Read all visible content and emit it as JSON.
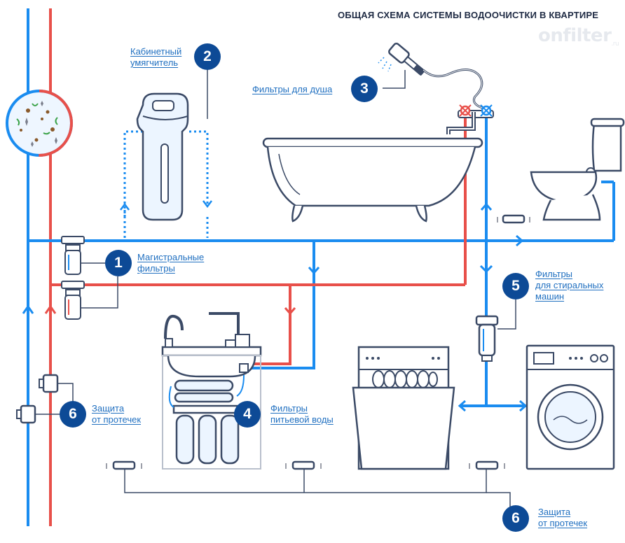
{
  "title": "ОБЩАЯ СХЕМА СИСТЕМЫ ВОДООЧИСТКИ В КВАРТИРЕ",
  "brand": {
    "name": "onfilter",
    "suffix": ".ru"
  },
  "colors": {
    "cold": "#1a8cf0",
    "hot": "#e8504a",
    "badge": "#0d4a96",
    "outline": "#3b4a66",
    "link": "#1f6fc0"
  },
  "callouts": [
    {
      "number": "1",
      "line1": "Магистральные",
      "line2": "фильтры"
    },
    {
      "number": "2",
      "line1": "Кабинетный",
      "line2": "умягчитель"
    },
    {
      "number": "3",
      "line1": "Фильтры для душа",
      "line2": ""
    },
    {
      "number": "4",
      "line1": "Фильтры",
      "line2": "питьевой воды"
    },
    {
      "number": "5",
      "line1": "Фильтры",
      "line2": "для стиральных",
      "line3": "машин"
    },
    {
      "number": "6",
      "line1": "Защита",
      "line2": "от протечек"
    },
    {
      "number": "6",
      "line1": "Защита",
      "line2": "от протечек"
    }
  ]
}
